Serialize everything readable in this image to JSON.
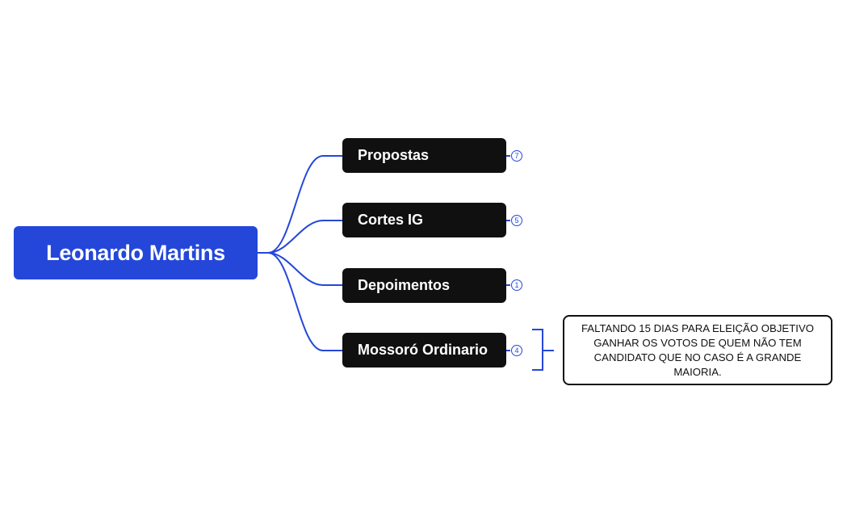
{
  "mindmap": {
    "root": {
      "label": "Leonardo Martins"
    },
    "topics": [
      {
        "label": "Propostas",
        "count": "7"
      },
      {
        "label": "Cortes IG",
        "count": "5"
      },
      {
        "label": "Depoimentos",
        "count": "1"
      },
      {
        "label": "Mossoró Ordinario",
        "count": "4"
      }
    ],
    "summary_note": "FALTANDO 15 DIAS PARA ELEIÇÃO OBJETIVO GANHAR OS VOTOS DE QUEM NÃO TEM CANDIDATO QUE NO CASO É A GRANDE MAIORIA."
  },
  "colors": {
    "root_fill": "#2447d9",
    "topic_fill": "#101010",
    "connector": "#2447d9",
    "note_border": "#111111"
  }
}
